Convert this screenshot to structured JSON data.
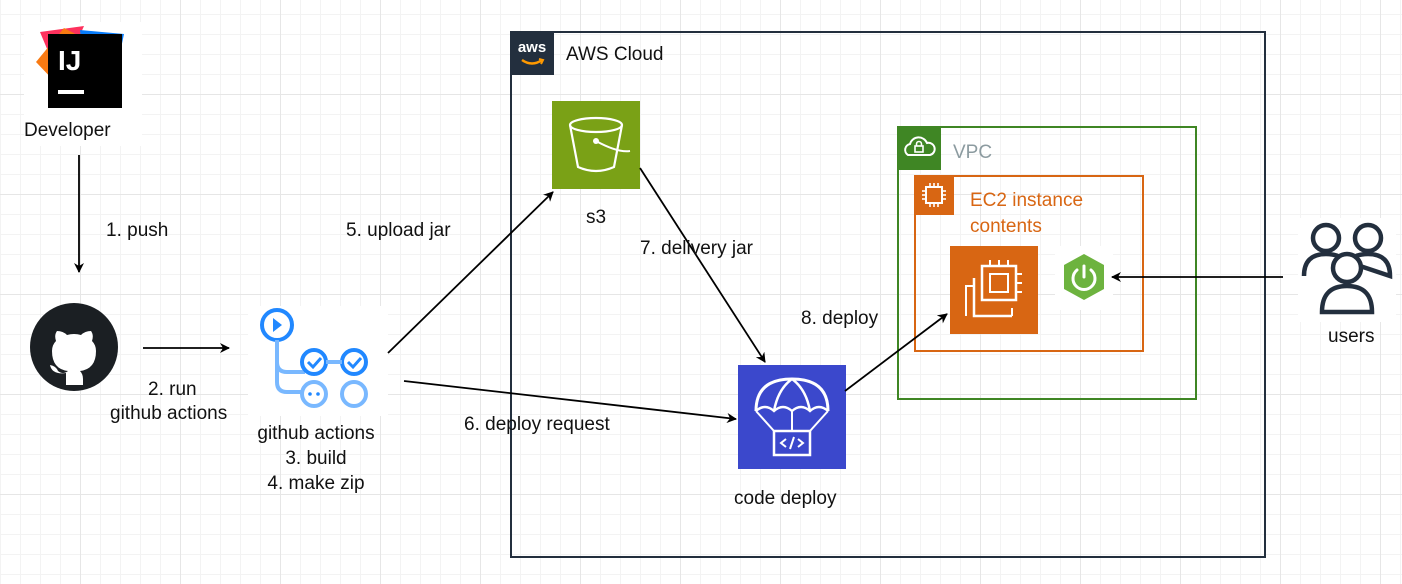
{
  "developer": {
    "label": "Developer",
    "icon": "intellij-icon"
  },
  "github": {
    "icon": "github-icon"
  },
  "github_actions": {
    "icon": "github-actions-icon",
    "lines": [
      "github actions",
      "3. build",
      "4. make zip"
    ]
  },
  "aws_cloud": {
    "title": "AWS Cloud",
    "badge": "aws"
  },
  "s3": {
    "label": "s3",
    "icon": "s3-bucket-icon"
  },
  "vpc": {
    "title": "VPC"
  },
  "ec2": {
    "title_line1": "EC2 instance",
    "title_line2": "contents"
  },
  "code_deploy": {
    "label": "code deploy",
    "icon": "codedeploy-icon"
  },
  "spring": {
    "icon": "spring-boot-icon"
  },
  "users": {
    "label": "users",
    "icon": "users-icon"
  },
  "steps": {
    "push": "1. push",
    "run_line1": "2. run",
    "run_line2": "github actions",
    "upload_jar": "5. upload jar",
    "deploy_request": "6. deploy request",
    "delivery_jar": "7. delivery jar",
    "deploy": "8. deploy"
  },
  "colors": {
    "aws_border": "#232f3e",
    "s3_green": "#7aa116",
    "vpc_green": "#3f8624",
    "ec2_orange": "#d86613",
    "codedeploy_blue": "#3b48cc",
    "spring_green": "#6db33f",
    "actions_blue": "#2188ff"
  }
}
